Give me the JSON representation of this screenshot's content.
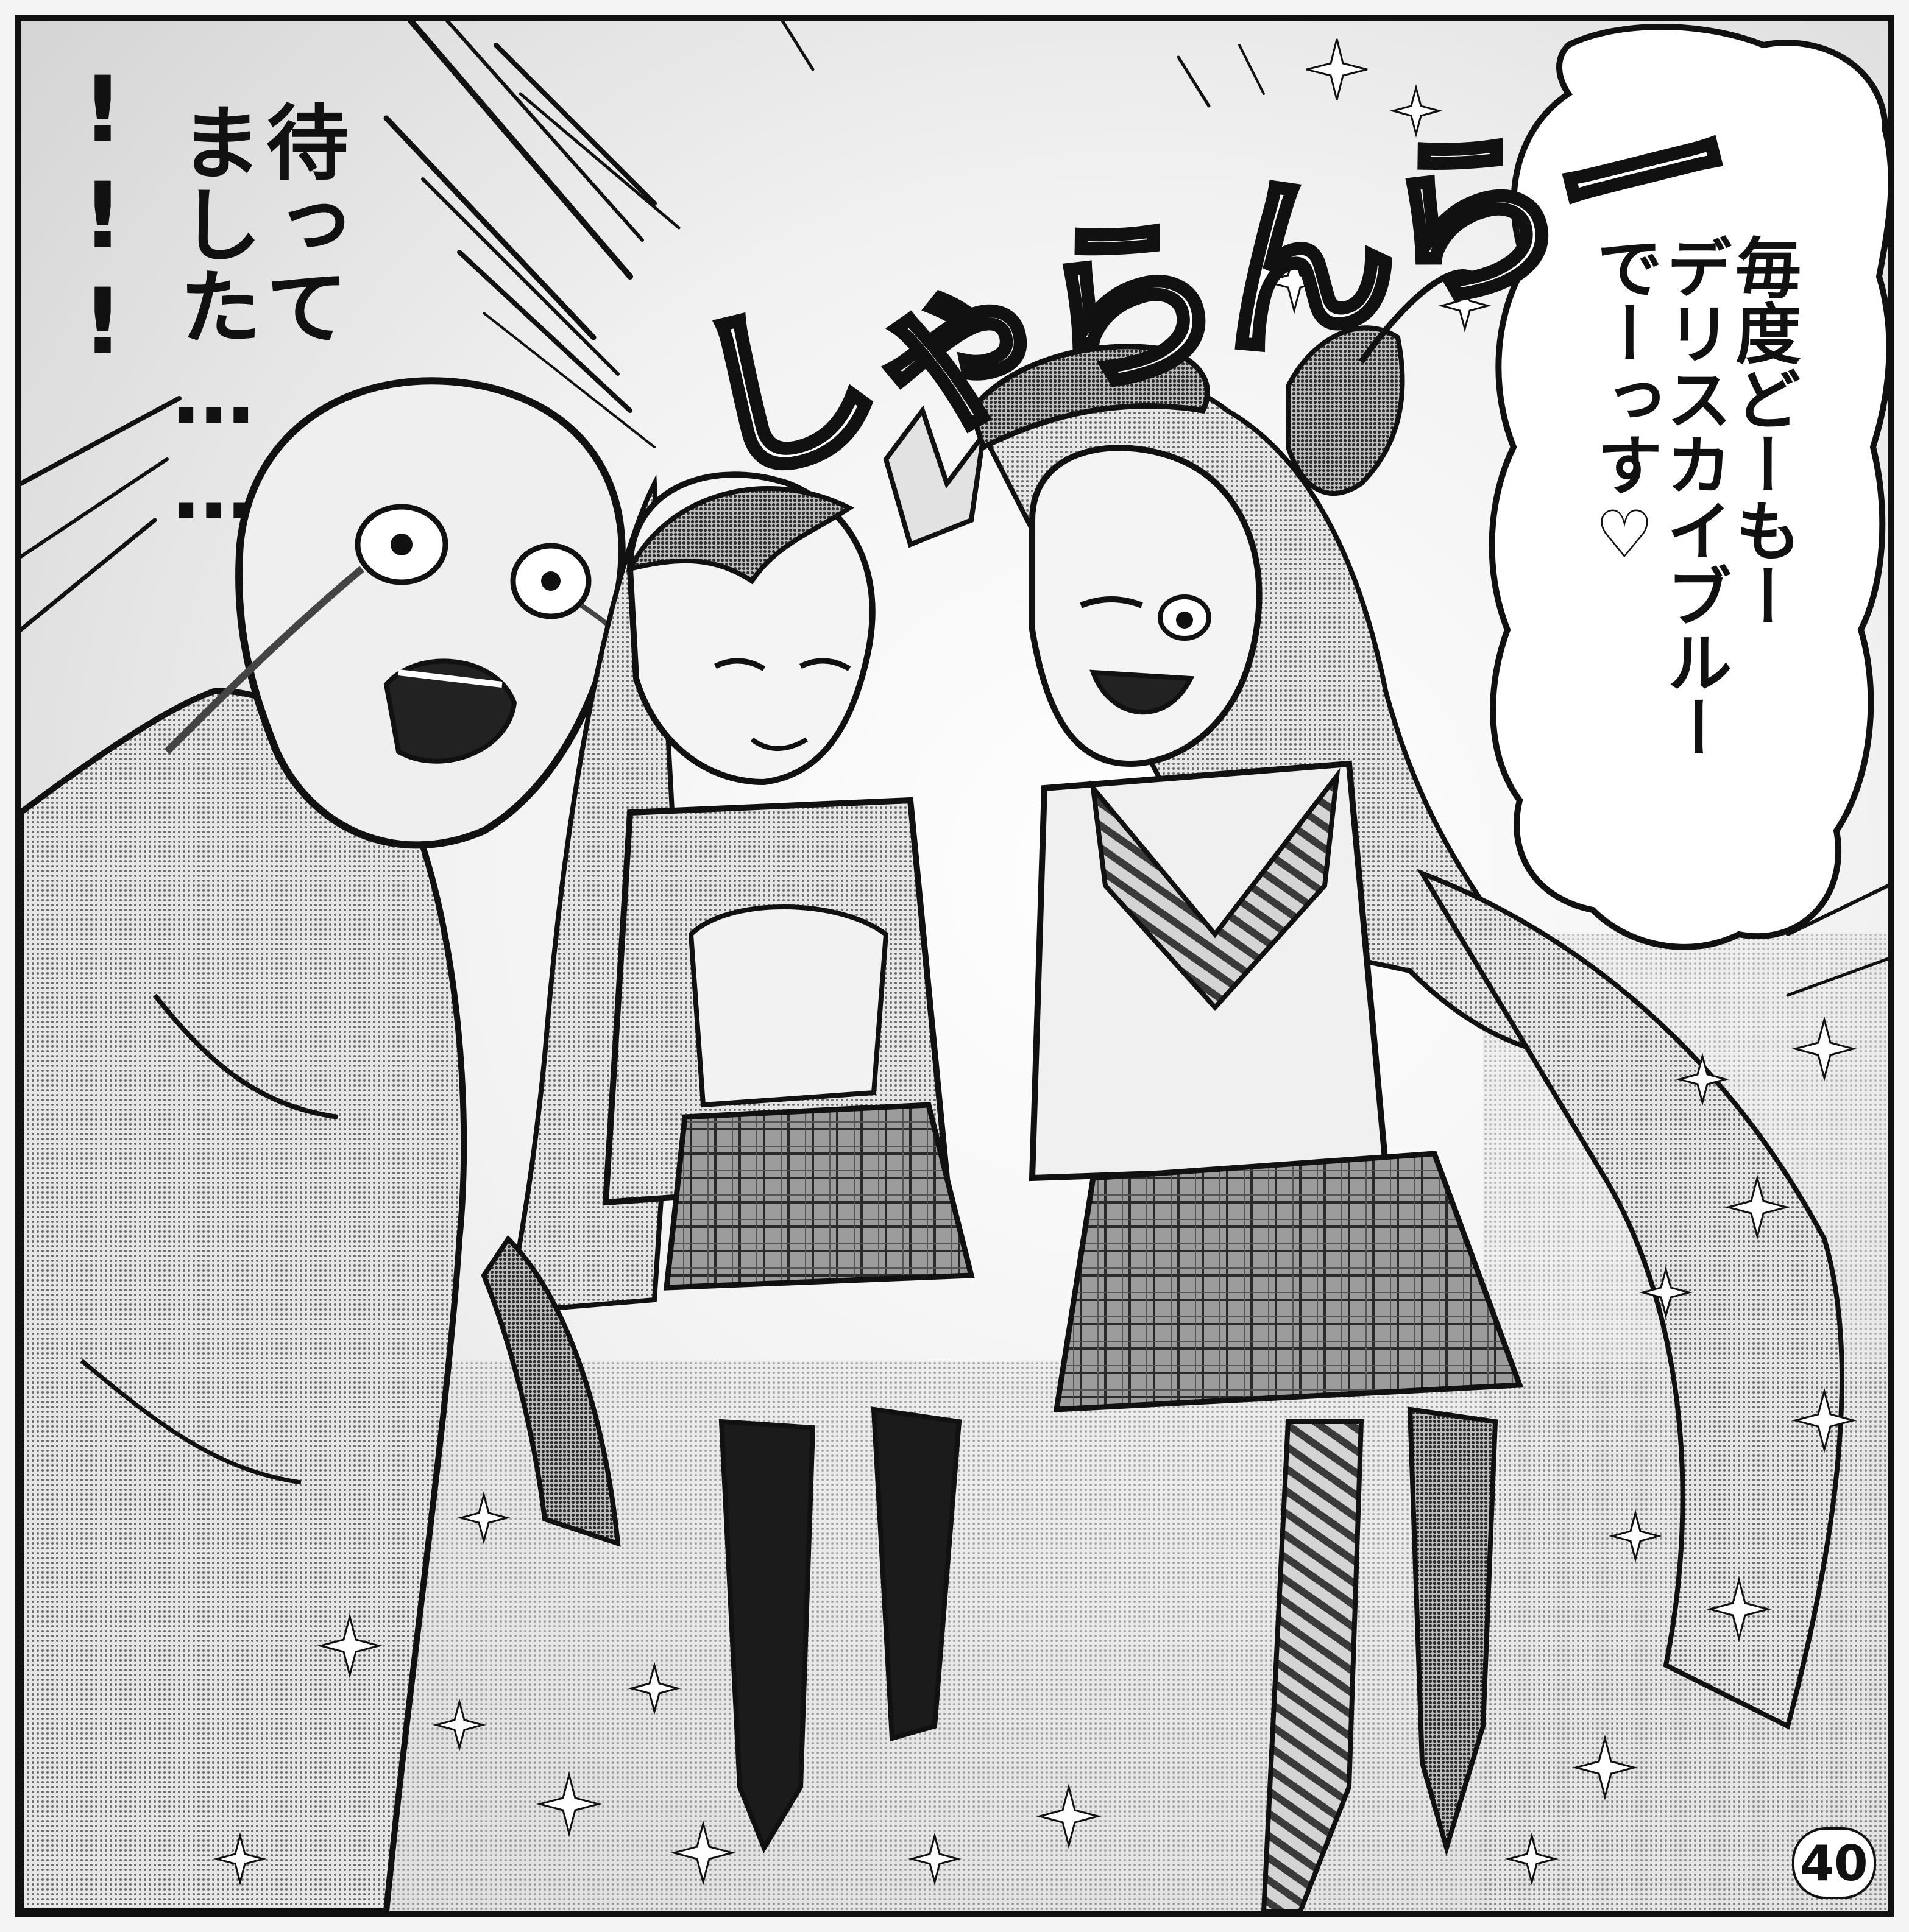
{
  "speech": {
    "exclaim": "!!!",
    "waiting": "待って\nました……",
    "blue_greeting": "毎度どーもー\nデリスカイブルー\nでーっす♡"
  },
  "sfx": {
    "sound": "しゃらんらー"
  },
  "page": {
    "number": "40"
  },
  "colors": {
    "ink": "#111111",
    "paper": "#f4f4f4",
    "screentone": "#9a9a9a"
  }
}
